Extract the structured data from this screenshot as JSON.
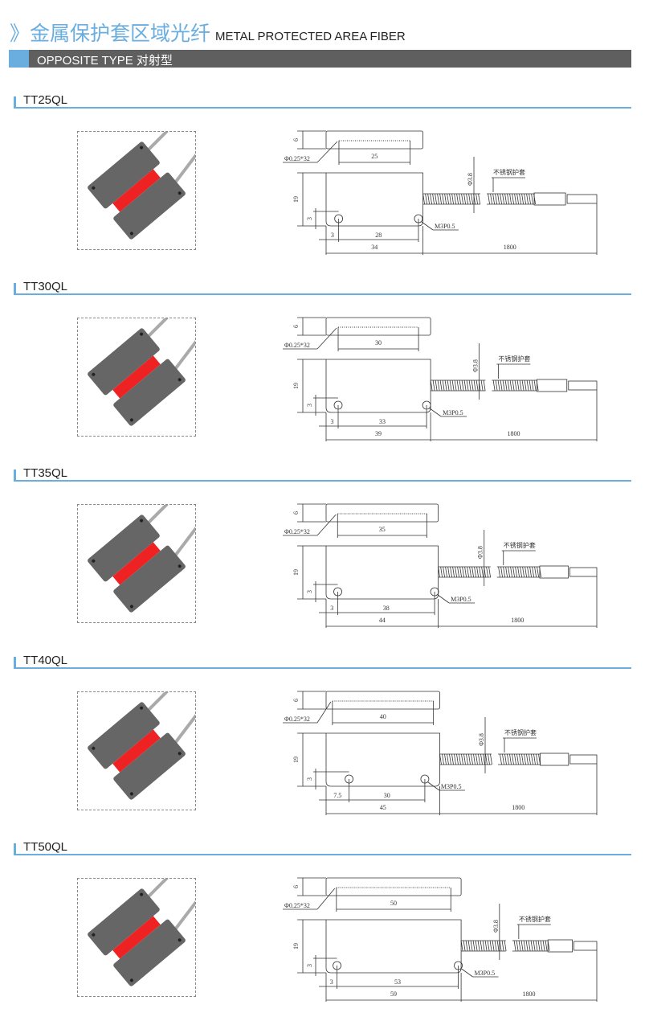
{
  "header": {
    "title_cn": "》金属保护套区域光纤",
    "title_en": "METAL PROTECTED AREA FIBER",
    "section_bar": "OPPOSITE TYPE 对射型"
  },
  "common": {
    "height_top": "6",
    "fiber_spec": "Φ0.25*32",
    "height": "19",
    "hole_offset_v": "3",
    "thread": "M3P0.5",
    "sheath_dia": "Φ3.8",
    "sheath_label": "不锈钢护套",
    "fiber_length": "1800"
  },
  "colors": {
    "accent": "#6aaee0",
    "bar": "#5f5f5f",
    "red": "#ee2222"
  },
  "products": [
    {
      "name": "TT25QL",
      "inner": "25",
      "hole_offset": "3",
      "hole_spacing": "28",
      "width": "34"
    },
    {
      "name": "TT30QL",
      "inner": "30",
      "hole_offset": "3",
      "hole_spacing": "33",
      "width": "39"
    },
    {
      "name": "TT35QL",
      "inner": "35",
      "hole_offset": "3",
      "hole_spacing": "38",
      "width": "44"
    },
    {
      "name": "TT40QL",
      "inner": "40",
      "hole_offset": "7.5",
      "hole_spacing": "30",
      "width": "45"
    },
    {
      "name": "TT50QL",
      "inner": "50",
      "hole_offset": "3",
      "hole_spacing": "53",
      "width": "59"
    }
  ]
}
